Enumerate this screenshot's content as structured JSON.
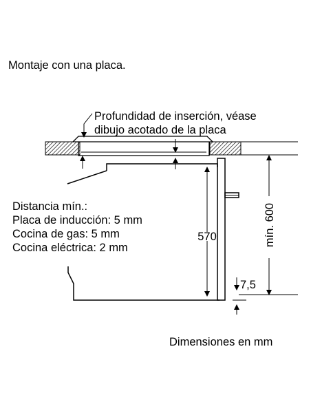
{
  "title": "Montaje con una placa.",
  "callout": {
    "line1": "Profundidad de inserción, véase",
    "line2": "dibujo acotado de la placa"
  },
  "distance_note": {
    "heading": "Distancia mín.:",
    "lines": [
      "Placa de inducción: 5 mm",
      "Cocina de gas: 5 mm",
      "Cocina eléctrica: 2 mm"
    ]
  },
  "dimensions": {
    "height": "570",
    "min_height": "mín. 600",
    "offset": "7,5"
  },
  "footer": "Dimensiones en mm",
  "colors": {
    "line": "#000000",
    "hatch": "#000000",
    "countertop_fill": "#ffffff"
  }
}
